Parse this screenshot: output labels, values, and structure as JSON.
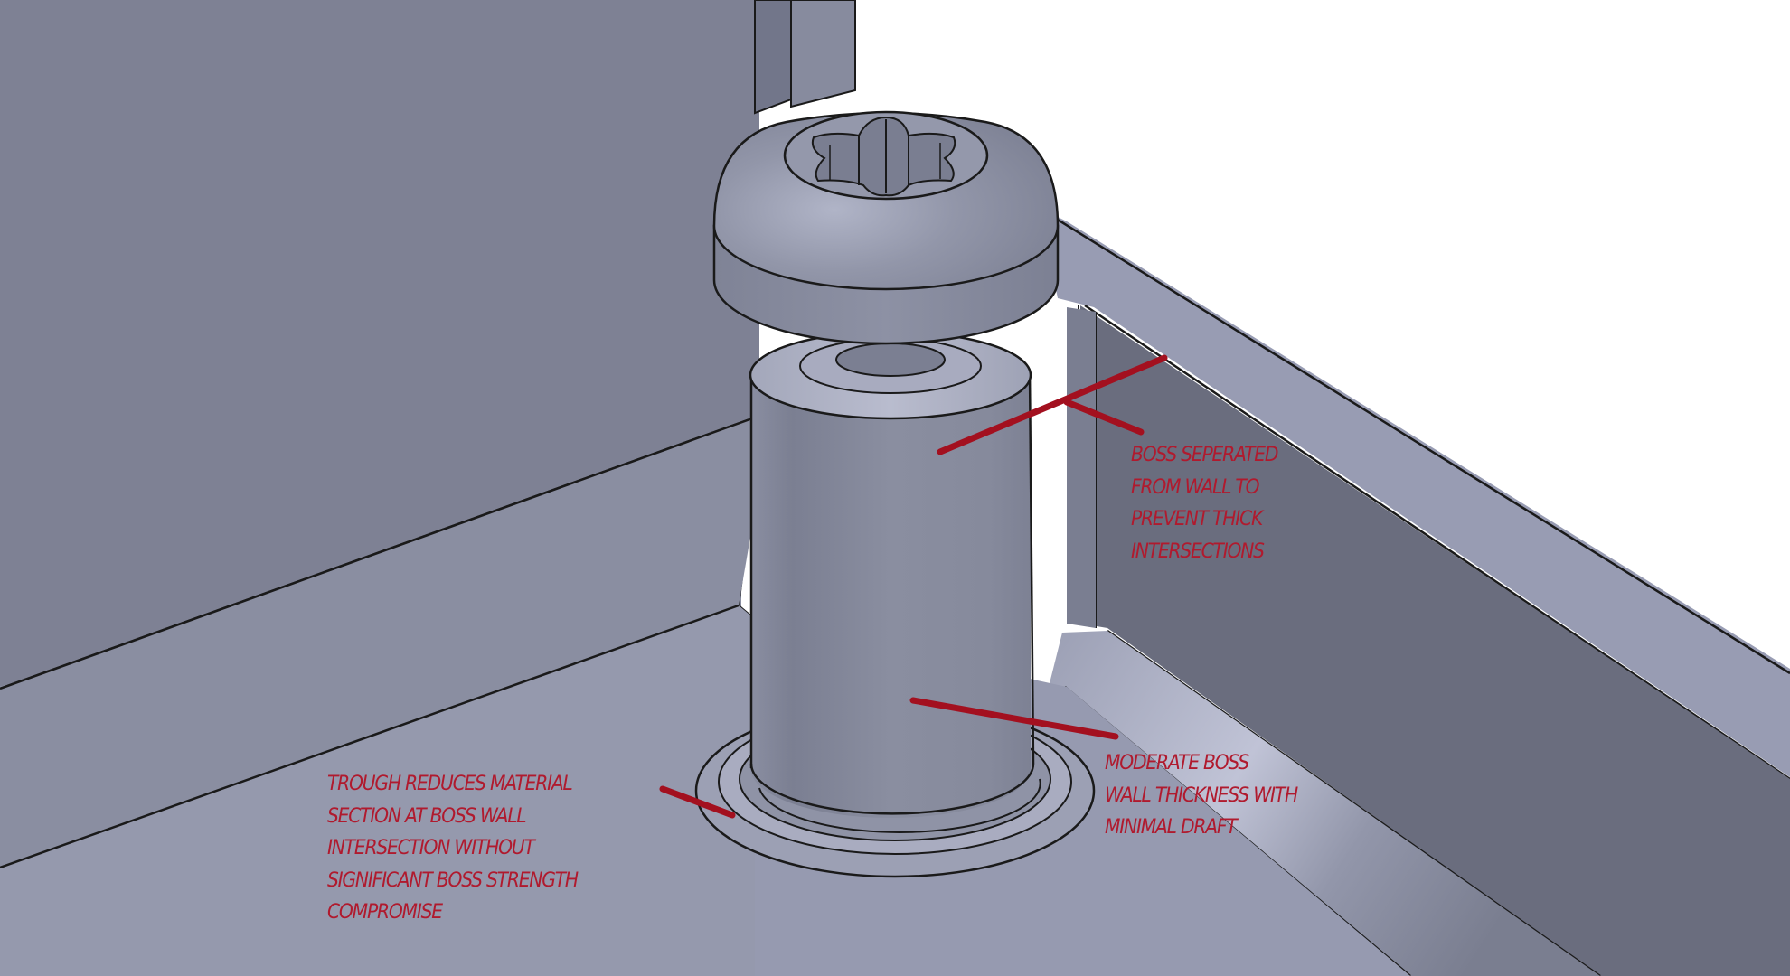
{
  "figure": {
    "subject": "screw-boss-design",
    "colors": {
      "background": "#ffffff",
      "back_wall": "#7e8194",
      "floor": "#9599ad",
      "right_wall_inner": "#6a6d7e",
      "right_wall_top": "#989cb3",
      "boss_body": "#878b9d",
      "edge_line": "#1a1a1a",
      "annotation_color": "#b01a2e"
    }
  },
  "annotations": {
    "boss_separated": {
      "lines": [
        "BOSS SEPERATED",
        "FROM WALL TO",
        "PREVENT THICK",
        "INTERSECTIONS"
      ]
    },
    "moderate_wall": {
      "lines": [
        "MODERATE BOSS",
        "WALL THICKNESS WITH",
        "MINIMAL DRAFT"
      ]
    },
    "trough": {
      "lines": [
        "TROUGH REDUCES MATERIAL",
        "SECTION AT BOSS WALL",
        "INTERSECTION WITHOUT",
        "SIGNIFICANT BOSS STRENGTH",
        "COMPROMISE"
      ]
    }
  }
}
